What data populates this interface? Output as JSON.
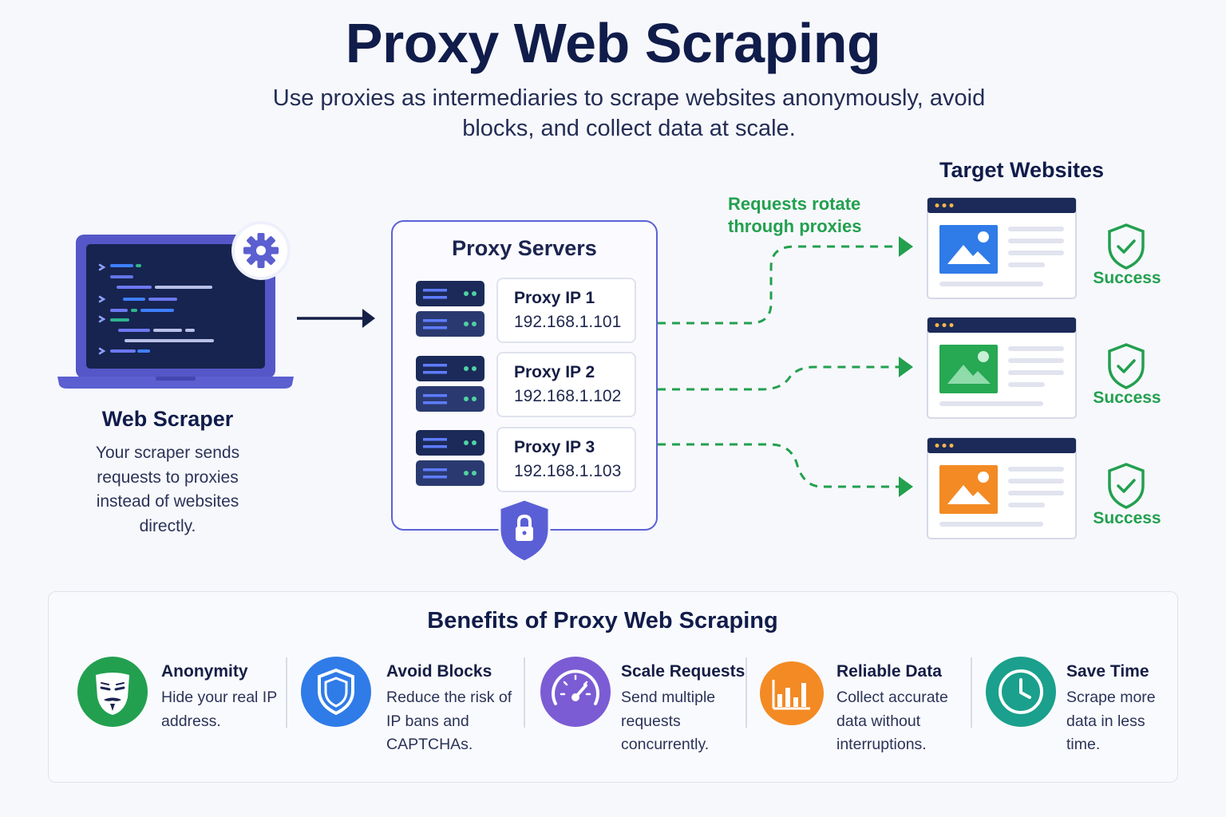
{
  "header": {
    "title": "Proxy Web Scraping",
    "subtitle": "Use proxies as intermediaries to scrape websites anonymously, avoid blocks, and collect data at scale."
  },
  "scraper": {
    "title": "Web Scraper",
    "description": "Your scraper sends requests to proxies instead of websites directly."
  },
  "proxy": {
    "title": "Proxy Servers",
    "items": [
      {
        "name": "Proxy IP 1",
        "ip": "192.168.1.101"
      },
      {
        "name": "Proxy IP 2",
        "ip": "192.168.1.102"
      },
      {
        "name": "Proxy IP 3",
        "ip": "192.168.1.103"
      }
    ]
  },
  "connections": {
    "label": "Requests rotate through proxies"
  },
  "targets": {
    "title": "Target Websites",
    "sites": [
      {
        "status": "Success",
        "image_color": "#2f7be8"
      },
      {
        "status": "Success",
        "image_color": "#27a853"
      },
      {
        "status": "Success",
        "image_color": "#f38a24"
      }
    ]
  },
  "benefits": {
    "title": "Benefits of Proxy Web Scraping",
    "items": [
      {
        "title": "Anonymity",
        "description": "Hide your real IP address.",
        "icon": "mask-icon",
        "color": "#22a04f"
      },
      {
        "title": "Avoid Blocks",
        "description": "Reduce the risk of IP bans and CAPTCHAs.",
        "icon": "shield-icon",
        "color": "#2f7be8"
      },
      {
        "title": "Scale Requests",
        "description": "Send multiple requests concurrently.",
        "icon": "speedometer-icon",
        "color": "#7b5cd4"
      },
      {
        "title": "Reliable Data",
        "description": "Collect accurate data without interruptions.",
        "icon": "bar-chart-icon",
        "color": "#f38a24"
      },
      {
        "title": "Save Time",
        "description": "Scrape more data in less time.",
        "icon": "clock-icon",
        "color": "#1aa08c"
      }
    ]
  },
  "colors": {
    "primary": "#5b61d6",
    "navy": "#101c4a",
    "success": "#22a04f"
  }
}
